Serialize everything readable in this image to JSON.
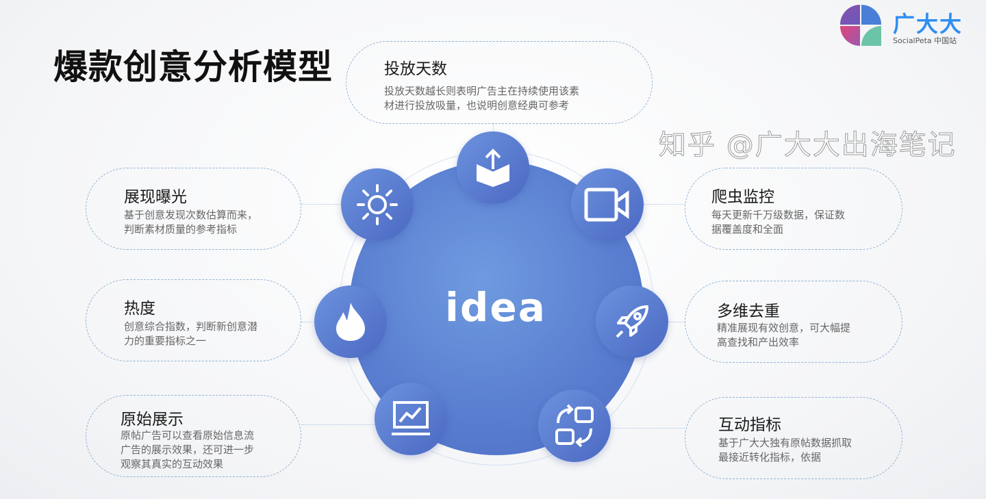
{
  "title": "爆款创意分析模型",
  "logo": {
    "name": "广大大",
    "subtitle": "SocialPeta 中国站"
  },
  "center": "idea",
  "cards": [
    {
      "title": "投放天数",
      "desc": [
        "投放天数越长则表明广告主在持续使用该素",
        "材进行投放吸量，也说明创意经典可参考"
      ]
    },
    {
      "title": "展现曝光",
      "desc": [
        "基于创意发现次数估算而来，",
        "判断素材质量的参考指标"
      ]
    },
    {
      "title": "热度",
      "desc": [
        "创意综合指数，判断新创意潜",
        "力的重要指标之一"
      ]
    },
    {
      "title": "原始展示",
      "desc": [
        "原帖广告可以查看原始信息流",
        "广告的展示效果，还可进一步",
        "观察其真实的互动效果"
      ]
    },
    {
      "title": "爬虫监控",
      "desc": [
        "每天更新千万级数据，保证数",
        "据覆盖度和全面"
      ]
    },
    {
      "title": "多维去重",
      "desc": [
        "精准展现有效创意，可大幅提",
        "高查找和产出效率"
      ]
    },
    {
      "title": "互动指标",
      "desc": [
        "基于广大大独有原帖数据抓取",
        "最接近转化指标，依据"
      ]
    }
  ],
  "icons": [
    "box-upload-icon",
    "sun-icon",
    "video-camera-icon",
    "flame-icon",
    "rocket-icon",
    "line-chart-icon",
    "swap-icon"
  ],
  "watermark": "知乎 @广大大出海笔记",
  "colors": {
    "accent": "#5a7fd0",
    "logo": "#2f8ef0"
  }
}
